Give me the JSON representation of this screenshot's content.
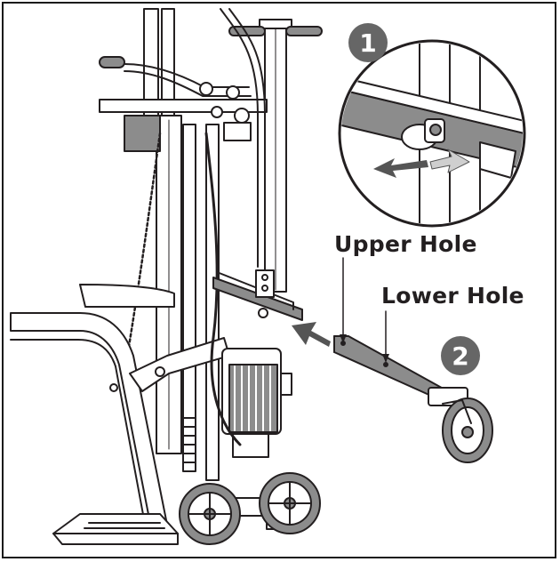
{
  "labels": {
    "upper_hole": "Upper Hole",
    "lower_hole": "Lower Hole"
  },
  "steps": {
    "step1": "1",
    "step2": "2"
  },
  "colors": {
    "line": "#231f20",
    "metal_gray": "#8c8c8c",
    "badge": "#666666",
    "arrow_dark": "#555555",
    "arrow_light": "#cfcfcf"
  }
}
